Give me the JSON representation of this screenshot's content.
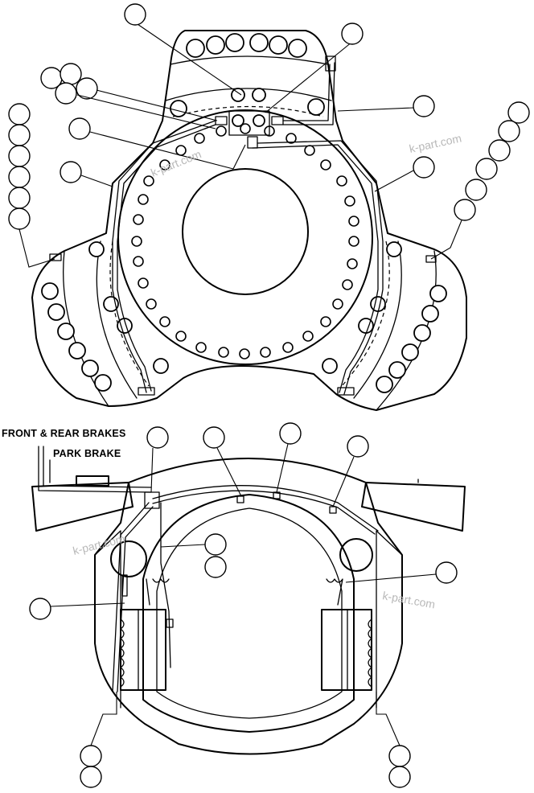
{
  "labels": {
    "front_rear_brakes": "FRONT & REAR BRAKES",
    "park_brake": "PARK BRAKE"
  },
  "watermarks": [
    "k-part.com",
    "k-part.com",
    "k-part.com",
    "k-part.com"
  ]
}
